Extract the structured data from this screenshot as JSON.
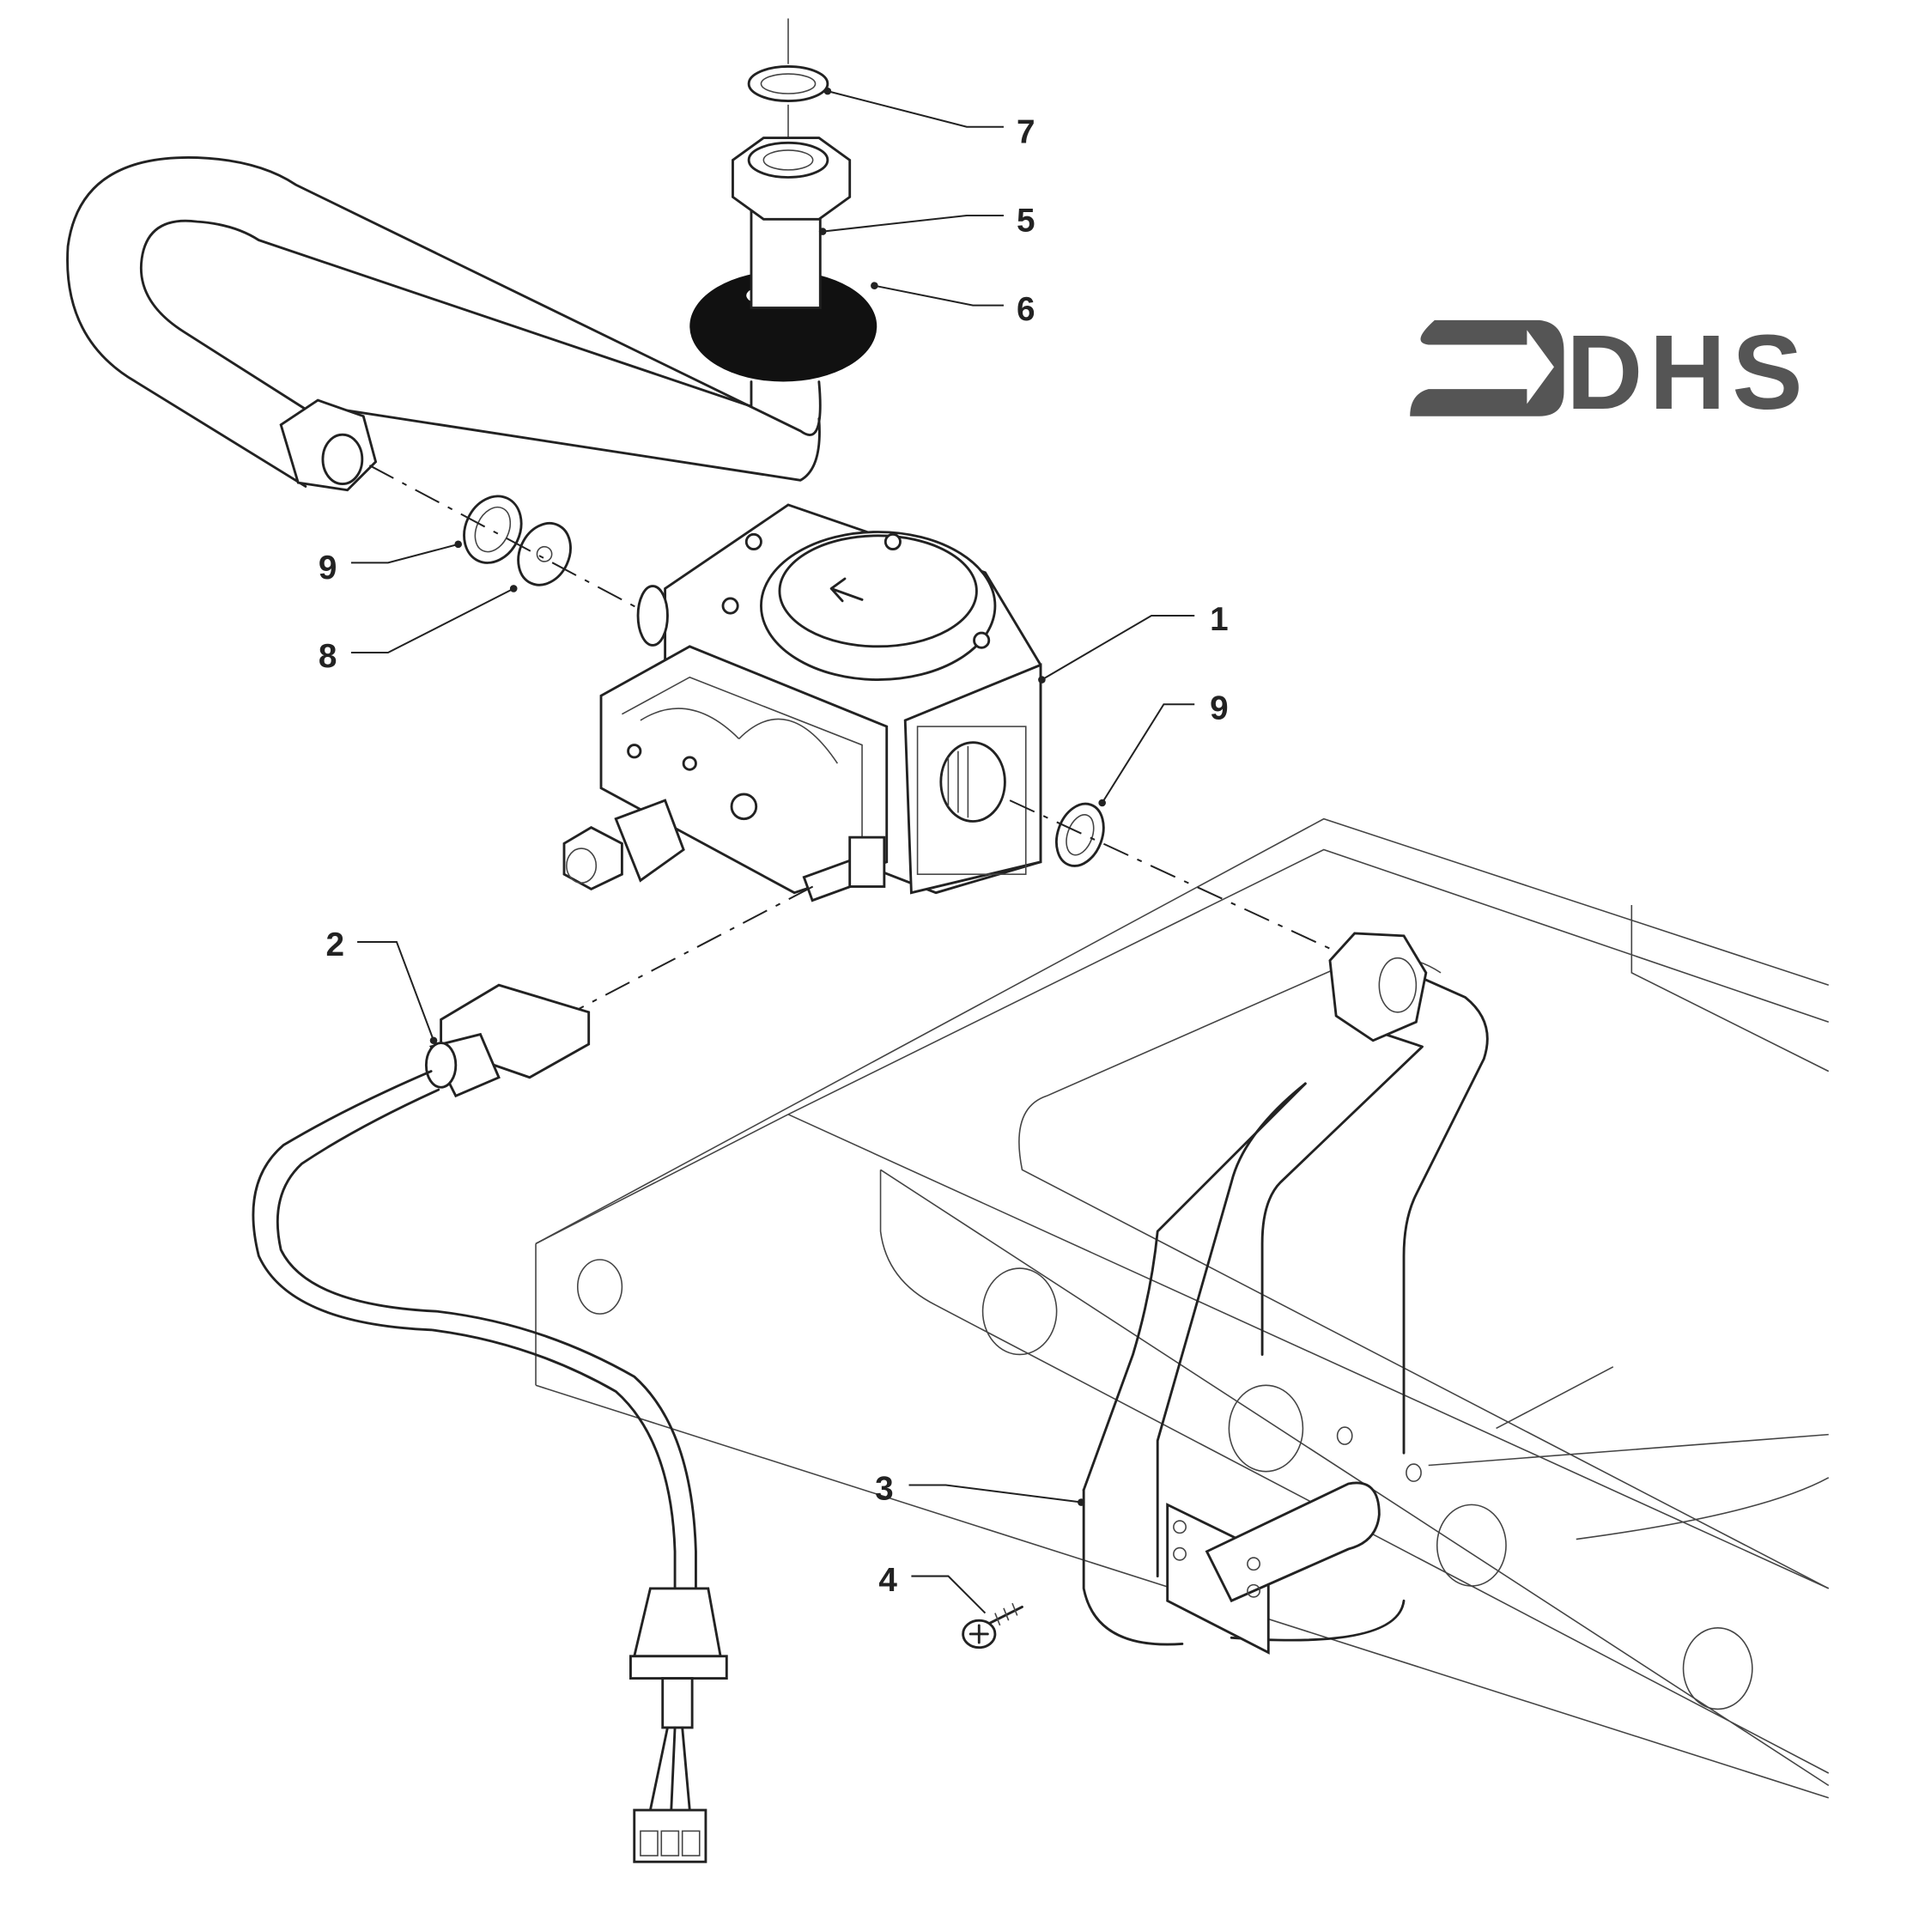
{
  "diagram": {
    "type": "exploded parts diagram",
    "logo": {
      "text": "DHS",
      "color": "#555555"
    },
    "callouts": [
      {
        "id": "1",
        "label": "1"
      },
      {
        "id": "2",
        "label": "2"
      },
      {
        "id": "3",
        "label": "3"
      },
      {
        "id": "4",
        "label": "4"
      },
      {
        "id": "5",
        "label": "5"
      },
      {
        "id": "6",
        "label": "6"
      },
      {
        "id": "7",
        "label": "7"
      },
      {
        "id": "8",
        "label": "8"
      },
      {
        "id": "9a",
        "label": "9"
      },
      {
        "id": "9b",
        "label": "9"
      }
    ]
  }
}
